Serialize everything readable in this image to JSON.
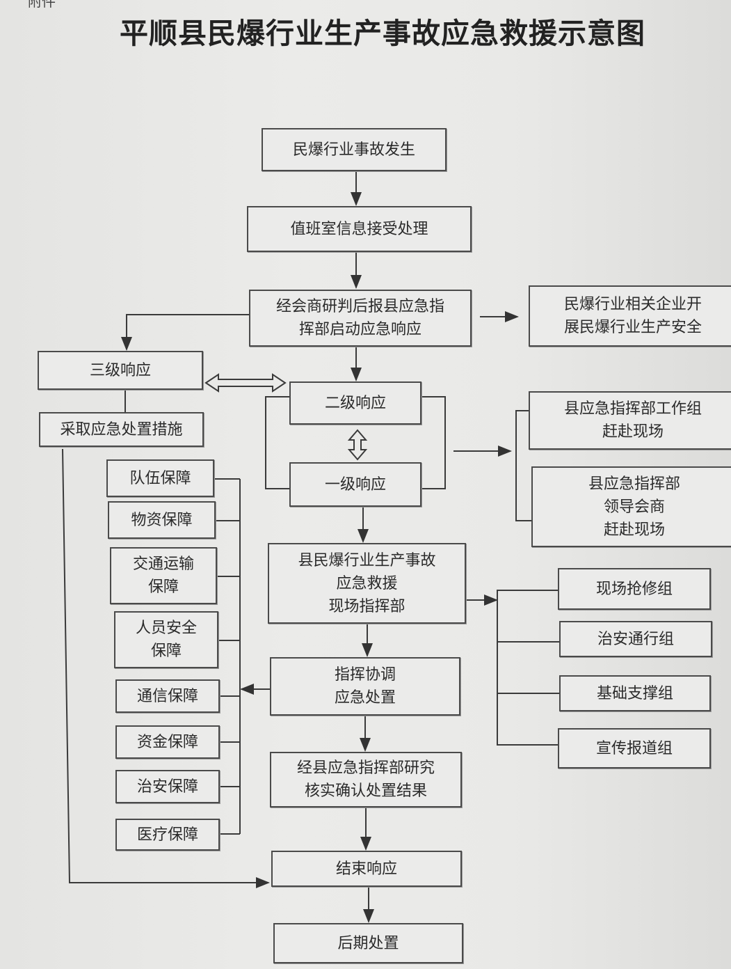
{
  "attachment_label": "附件",
  "title": "平顺县民爆行业生产事故应急救援示意图",
  "nodes": {
    "accident": "民爆行业事故发生",
    "duty_room": "值班室信息接受处理",
    "consult": "经会商研判后报县应急指\n挥部启动应急响应",
    "enterprise": "民爆行业相关企业开\n展民爆行业生产安全",
    "level3": "三级响应",
    "measures": "采取应急处置措施",
    "level2": "二级响应",
    "level1": "一级响应",
    "work_group": "县应急指挥部工作组\n赶赴现场",
    "leaders": "县应急指挥部\n领导会商\n赶赴现场",
    "field_hq": "县民爆行业生产事故\n应急救援\n现场指挥部",
    "coordinate": "指挥协调\n应急处置",
    "confirm": "经县应急指挥部研究\n核实确认处置结果",
    "end": "结束响应",
    "aftermath": "后期处置"
  },
  "guarantees": [
    "队伍保障",
    "物资保障",
    "交通运输\n保障",
    "人员安全\n保障",
    "通信保障",
    "资金保障",
    "治安保障",
    "医疗保障"
  ],
  "groups": [
    "现场抢修组",
    "治安通行组",
    "基础支撑组",
    "宣传报道组"
  ]
}
